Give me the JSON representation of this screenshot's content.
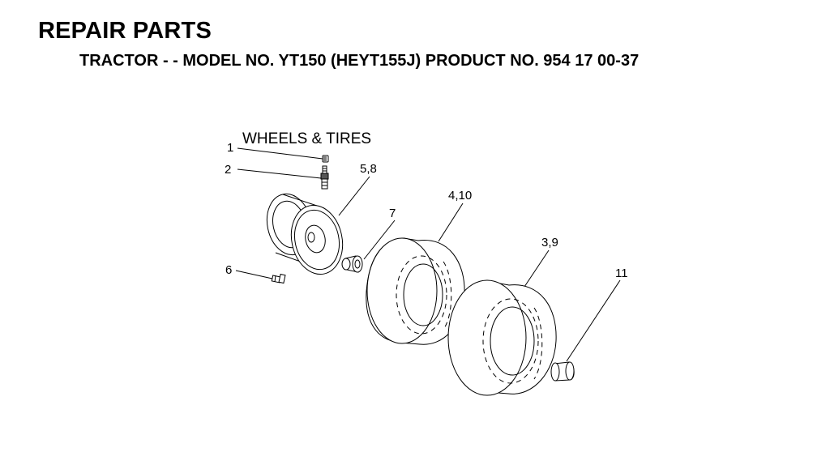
{
  "header": {
    "title": "REPAIR PARTS",
    "subtitle": "TRACTOR - - MODEL NO. YT150 (HEYT155J) PRODUCT NO. 954 17 00-37"
  },
  "diagram": {
    "section_title": "WHEELS & TIRES",
    "callouts": [
      {
        "id": "c1",
        "label": "1"
      },
      {
        "id": "c2",
        "label": "2"
      },
      {
        "id": "c58",
        "label": "5,8"
      },
      {
        "id": "c410",
        "label": "4,10"
      },
      {
        "id": "c7",
        "label": "7"
      },
      {
        "id": "c39",
        "label": "3,9"
      },
      {
        "id": "c11",
        "label": "11"
      },
      {
        "id": "c6",
        "label": "6"
      }
    ]
  }
}
